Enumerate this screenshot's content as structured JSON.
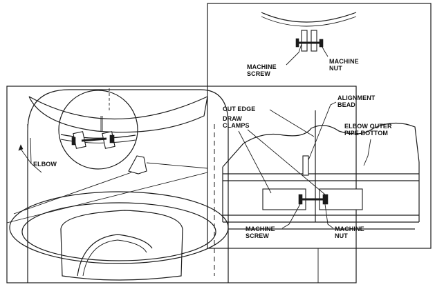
{
  "labels": {
    "machine_screw_top": [
      "MACHINE",
      "SCREW"
    ],
    "machine_nut_top": [
      "MACHINE",
      "NUT"
    ],
    "alignment_bead": [
      "ALIGNMENT",
      "BEAD"
    ],
    "cut_edge": "CUT EDGE",
    "draw_clamps": [
      "DRAW",
      "CLAMPS"
    ],
    "elbow_outer_pipe_bottom": [
      "ELBOW OUTER",
      "PIPE BOTTOM"
    ],
    "elbow": "ELBOW",
    "machine_screw_bottom": [
      "MACHINE",
      "SCREW"
    ],
    "machine_nut_bottom": [
      "MACHINE",
      "NUT"
    ]
  }
}
